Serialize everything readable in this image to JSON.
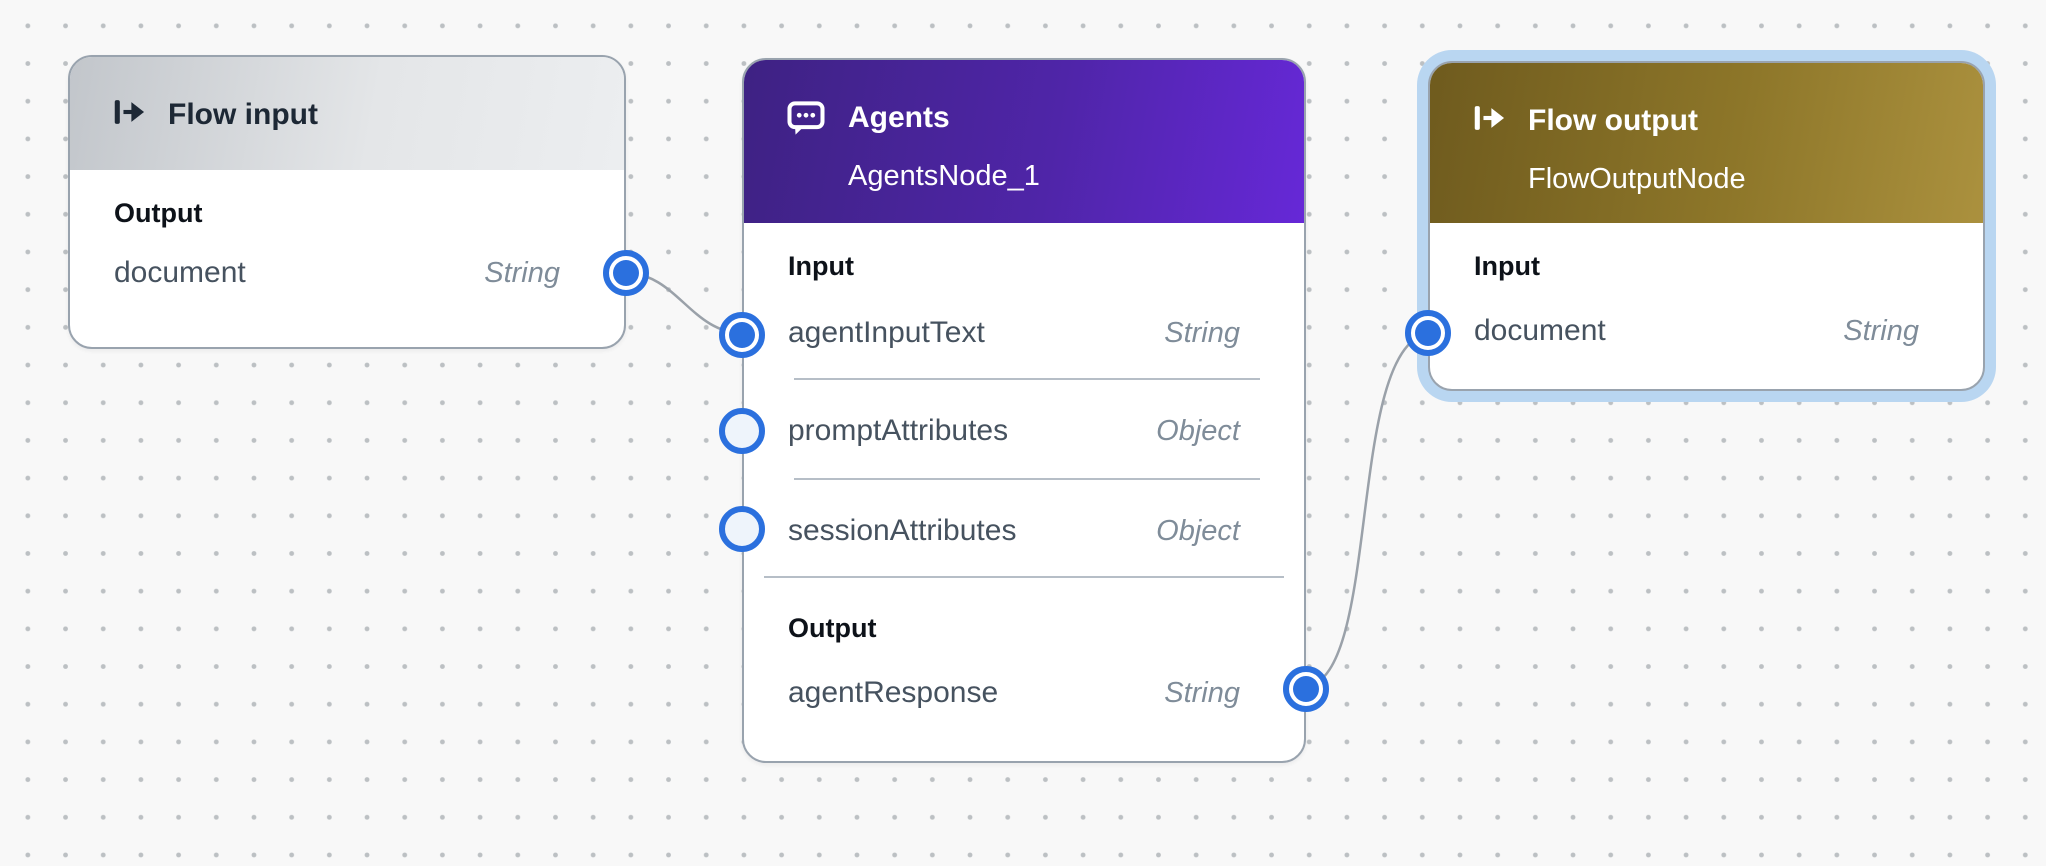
{
  "canvas": {
    "kind": "flow-builder-canvas"
  },
  "nodes": {
    "flow_input": {
      "title": "Flow input",
      "icon": "flow-input-icon",
      "sections": [
        {
          "label": "Output",
          "params": [
            {
              "name": "document",
              "type": "String",
              "port_state": "connected"
            }
          ]
        }
      ]
    },
    "agents": {
      "title": "Agents",
      "subtitle": "AgentsNode_1",
      "icon": "chat-bubble-icon",
      "sections": [
        {
          "label": "Input",
          "params": [
            {
              "name": "agentInputText",
              "type": "String",
              "port_state": "connected"
            },
            {
              "name": "promptAttributes",
              "type": "Object",
              "port_state": "empty"
            },
            {
              "name": "sessionAttributes",
              "type": "Object",
              "port_state": "empty"
            }
          ]
        },
        {
          "label": "Output",
          "params": [
            {
              "name": "agentResponse",
              "type": "String",
              "port_state": "connected"
            }
          ]
        }
      ]
    },
    "flow_output": {
      "title": "Flow output",
      "subtitle": "FlowOutputNode",
      "icon": "flow-output-icon",
      "selected": true,
      "sections": [
        {
          "label": "Input",
          "params": [
            {
              "name": "document",
              "type": "String",
              "port_state": "connected"
            }
          ]
        }
      ]
    }
  },
  "edges": [
    {
      "from": "flow_input.document",
      "to": "agents.agentInputText"
    },
    {
      "from": "agents.agentResponse",
      "to": "flow_output.document"
    }
  ],
  "colors": {
    "port_blue": "#2b70de",
    "edge_gray": "#9aa1a9",
    "selection_halo": "#b9d6f1",
    "node_border": "#99a3ae",
    "flow_input_header": [
      "#c2c6cb",
      "#eceef0"
    ],
    "agents_header": [
      "#3e2283",
      "#6628d7"
    ],
    "flow_output_header": [
      "#6f5b1e",
      "#ab913e"
    ],
    "background": "#f8f8f8"
  }
}
